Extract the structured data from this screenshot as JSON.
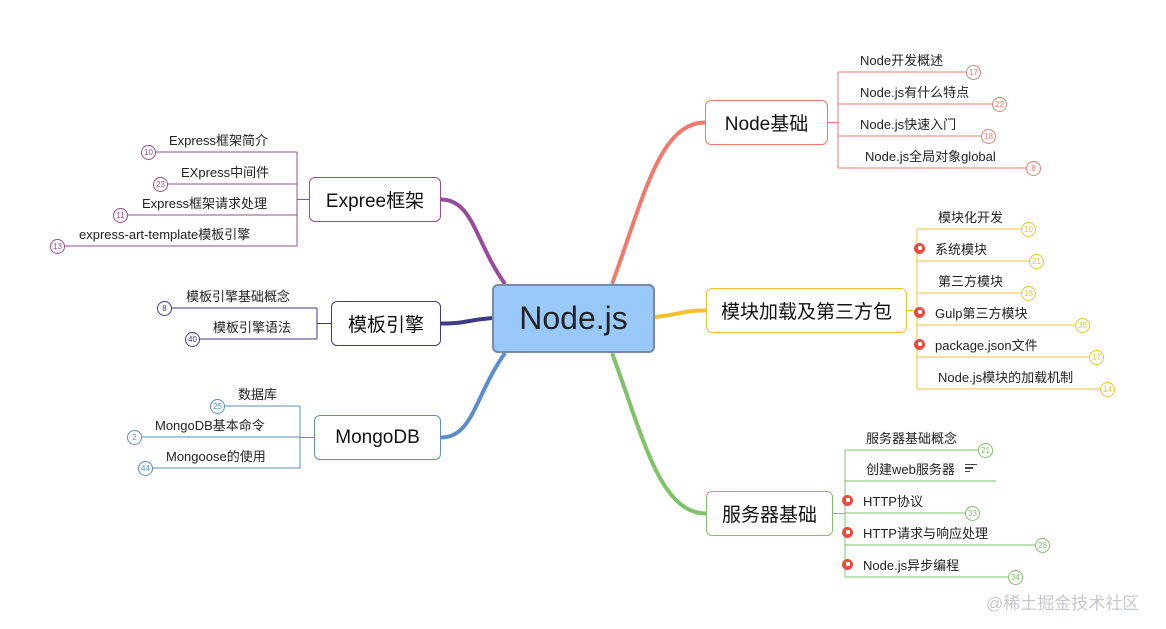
{
  "root": {
    "label": "Node.js"
  },
  "branches": {
    "node_basics": {
      "label": "Node基础",
      "color": "#ef7a6b",
      "children": [
        {
          "label": "Node开发概述",
          "count": "17"
        },
        {
          "label": "Node.js有什么特点",
          "count": "22"
        },
        {
          "label": "Node.js快速入门",
          "count": "18"
        },
        {
          "label": "Node.js全局对象global",
          "count": "8"
        }
      ]
    },
    "modules": {
      "label": "模块加载及第三方包",
      "color": "#f3c02c",
      "children": [
        {
          "label": "模块化开发",
          "count": "10"
        },
        {
          "label": "系统模块",
          "count": "21",
          "flag": "red-flag-icon"
        },
        {
          "label": "第三方模块",
          "count": "18"
        },
        {
          "label": "Gulp第三方模块",
          "count": "35",
          "flag": "red-flag-icon"
        },
        {
          "label": "package.json文件",
          "count": "17",
          "flag": "red-flag-icon"
        },
        {
          "label": "Node.js模块的加载机制",
          "count": "14"
        }
      ]
    },
    "server": {
      "label": "服务器基础",
      "color": "#7ec36a",
      "children": [
        {
          "label": "服务器基础概念",
          "count": "21"
        },
        {
          "label": "创建web服务器",
          "note": "note-icon"
        },
        {
          "label": "HTTP协议",
          "count": "33",
          "flag": "red-flag-icon"
        },
        {
          "label": "HTTP请求与响应处理",
          "count": "28",
          "flag": "red-flag-icon"
        },
        {
          "label": "Node.js异步编程",
          "count": "34",
          "flag": "red-flag-icon"
        }
      ]
    },
    "express": {
      "label": "Expree框架",
      "color": "#9a4a9a",
      "children": [
        {
          "label": "Express框架简介",
          "count": "10"
        },
        {
          "label": "EXpress中间件",
          "count": "23"
        },
        {
          "label": "Express框架请求处理",
          "count": "11"
        },
        {
          "label": "express-art-template模板引擎",
          "count": "13"
        }
      ]
    },
    "template": {
      "label": "模板引擎",
      "color": "#3d3a8c",
      "children": [
        {
          "label": "模板引擎基础概念",
          "count": "8"
        },
        {
          "label": "模板引擎语法",
          "count": "40"
        }
      ]
    },
    "mongodb": {
      "label": "MongoDB",
      "color": "#5b8ec9",
      "children": [
        {
          "label": "数据库",
          "count": "25"
        },
        {
          "label": "MongoDB基本命令",
          "count": "2"
        },
        {
          "label": "Mongoose的使用",
          "count": "44"
        }
      ]
    }
  },
  "watermark": "@稀土掘金技术社区"
}
